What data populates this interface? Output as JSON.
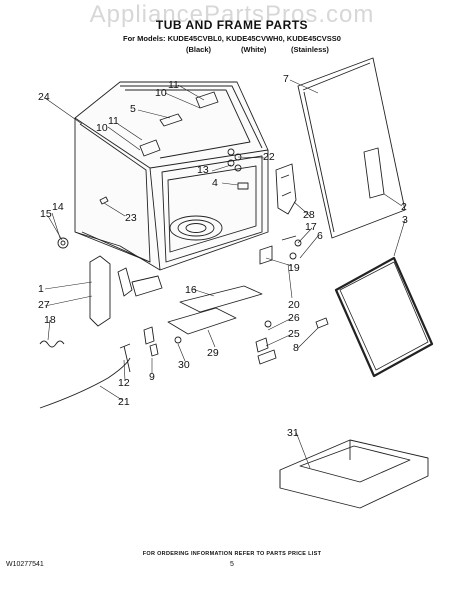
{
  "watermark": "AppliancePartsPros.com",
  "header": {
    "title": "TUB AND FRAME PARTS",
    "models_line": "For Models: KUDE45CVBL0, KUDE45CVWH0, KUDE45CVSS0",
    "finishes": [
      "(Black)",
      "(White)",
      "(Stainless)"
    ]
  },
  "callouts": [
    "24",
    "11",
    "10",
    "7",
    "5",
    "11",
    "10",
    "22",
    "13",
    "4",
    "2",
    "15",
    "14",
    "23",
    "3",
    "28",
    "17",
    "6",
    "19",
    "1",
    "16",
    "27",
    "20",
    "18",
    "26",
    "29",
    "25",
    "8",
    "30",
    "12",
    "9",
    "21",
    "31"
  ],
  "footer": {
    "note": "FOR ORDERING INFORMATION REFER TO PARTS PRICE LIST",
    "doc_number": "W10277541",
    "page_number": "5"
  },
  "colors": {
    "line": "#222222",
    "watermark": "#d7d7d7",
    "background": "#ffffff"
  }
}
